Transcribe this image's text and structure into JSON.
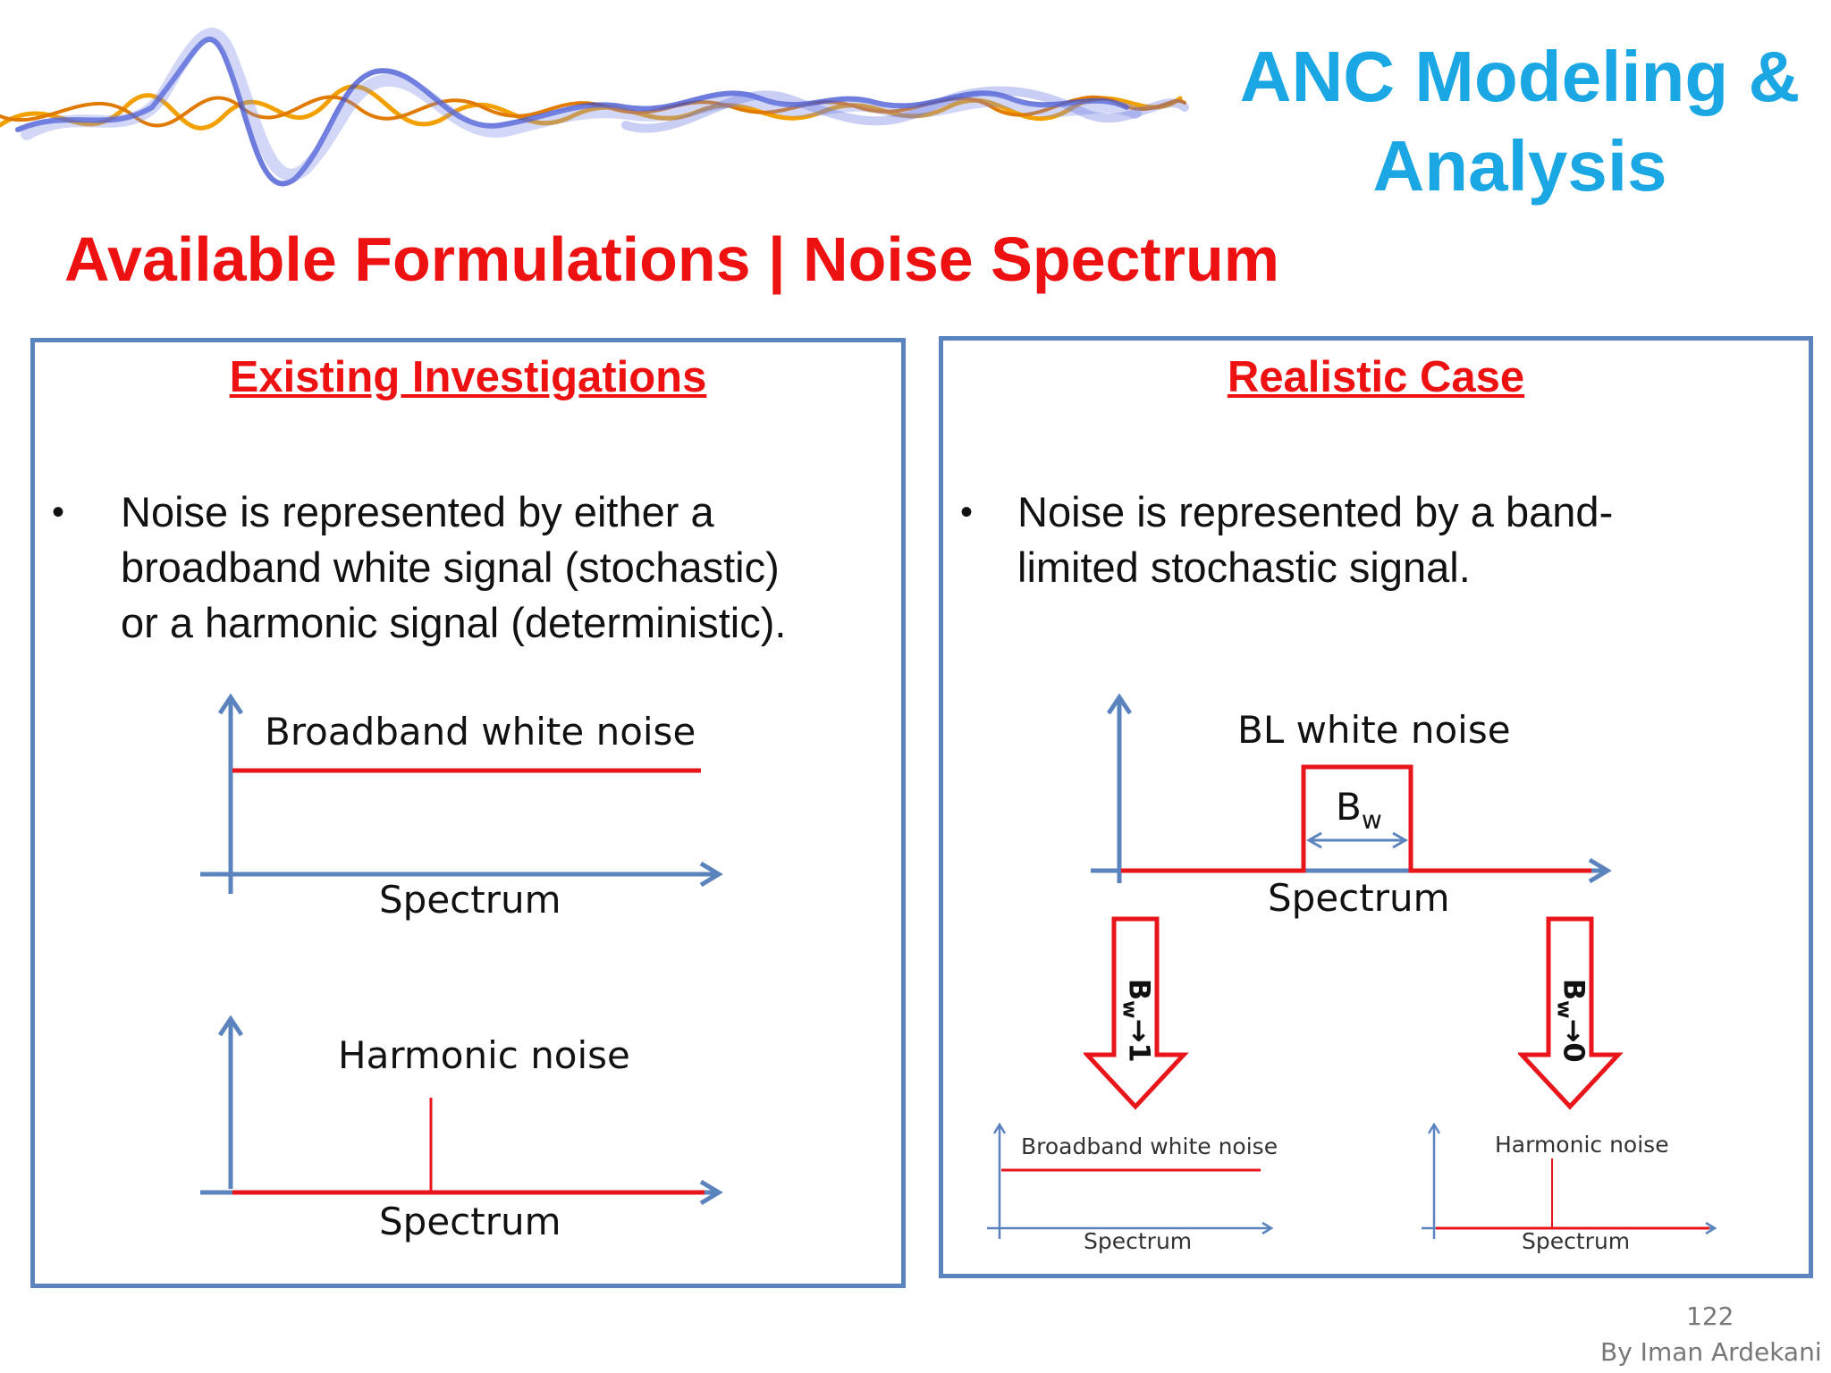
{
  "header": {
    "title": "ANC Modeling & Analysis",
    "title_line1": "ANC Modeling &",
    "title_line2": "Analysis",
    "subtitle": "Available Formulations | Noise Spectrum"
  },
  "left_panel": {
    "heading": "Existing Investigations",
    "bullet": "Noise is represented by either a broadband white signal (stochastic) or a harmonic signal (deterministic).",
    "bullet_lines": [
      "Noise is represented by either a",
      "broadband white signal (stochastic)",
      "or a harmonic signal (deterministic)."
    ],
    "diagram1": {
      "label": "Broadband white noise",
      "axis_label": "Spectrum"
    },
    "diagram2": {
      "label": "Harmonic noise",
      "axis_label": "Spectrum"
    }
  },
  "right_panel": {
    "heading": "Realistic Case",
    "bullet": "Noise is represented by a band-limited stochastic signal.",
    "bullet_lines": [
      "Noise is represented by a band-",
      "limited stochastic signal."
    ],
    "main_diagram": {
      "label": "BL white noise",
      "bandwidth_symbol": "B",
      "bandwidth_subscript": "w",
      "axis_label": "Spectrum"
    },
    "left_arrow": {
      "label_main": "B",
      "label_sub": "w",
      "label_tail": "→1"
    },
    "right_arrow": {
      "label_main": "B",
      "label_sub": "w",
      "label_tail": "→0"
    },
    "small_diagram1": {
      "label": "Broadband white noise",
      "axis_label": "Spectrum"
    },
    "small_diagram2": {
      "label": "Harmonic noise",
      "axis_label": "Spectrum"
    }
  },
  "footer": {
    "page_number": "122",
    "author": "By Iman Ardekani"
  },
  "colors": {
    "title_blue": "#1aa7e3",
    "heading_red": "#ee1111",
    "axis_blue": "#5b84bf",
    "signal_red": "#e8161b"
  }
}
